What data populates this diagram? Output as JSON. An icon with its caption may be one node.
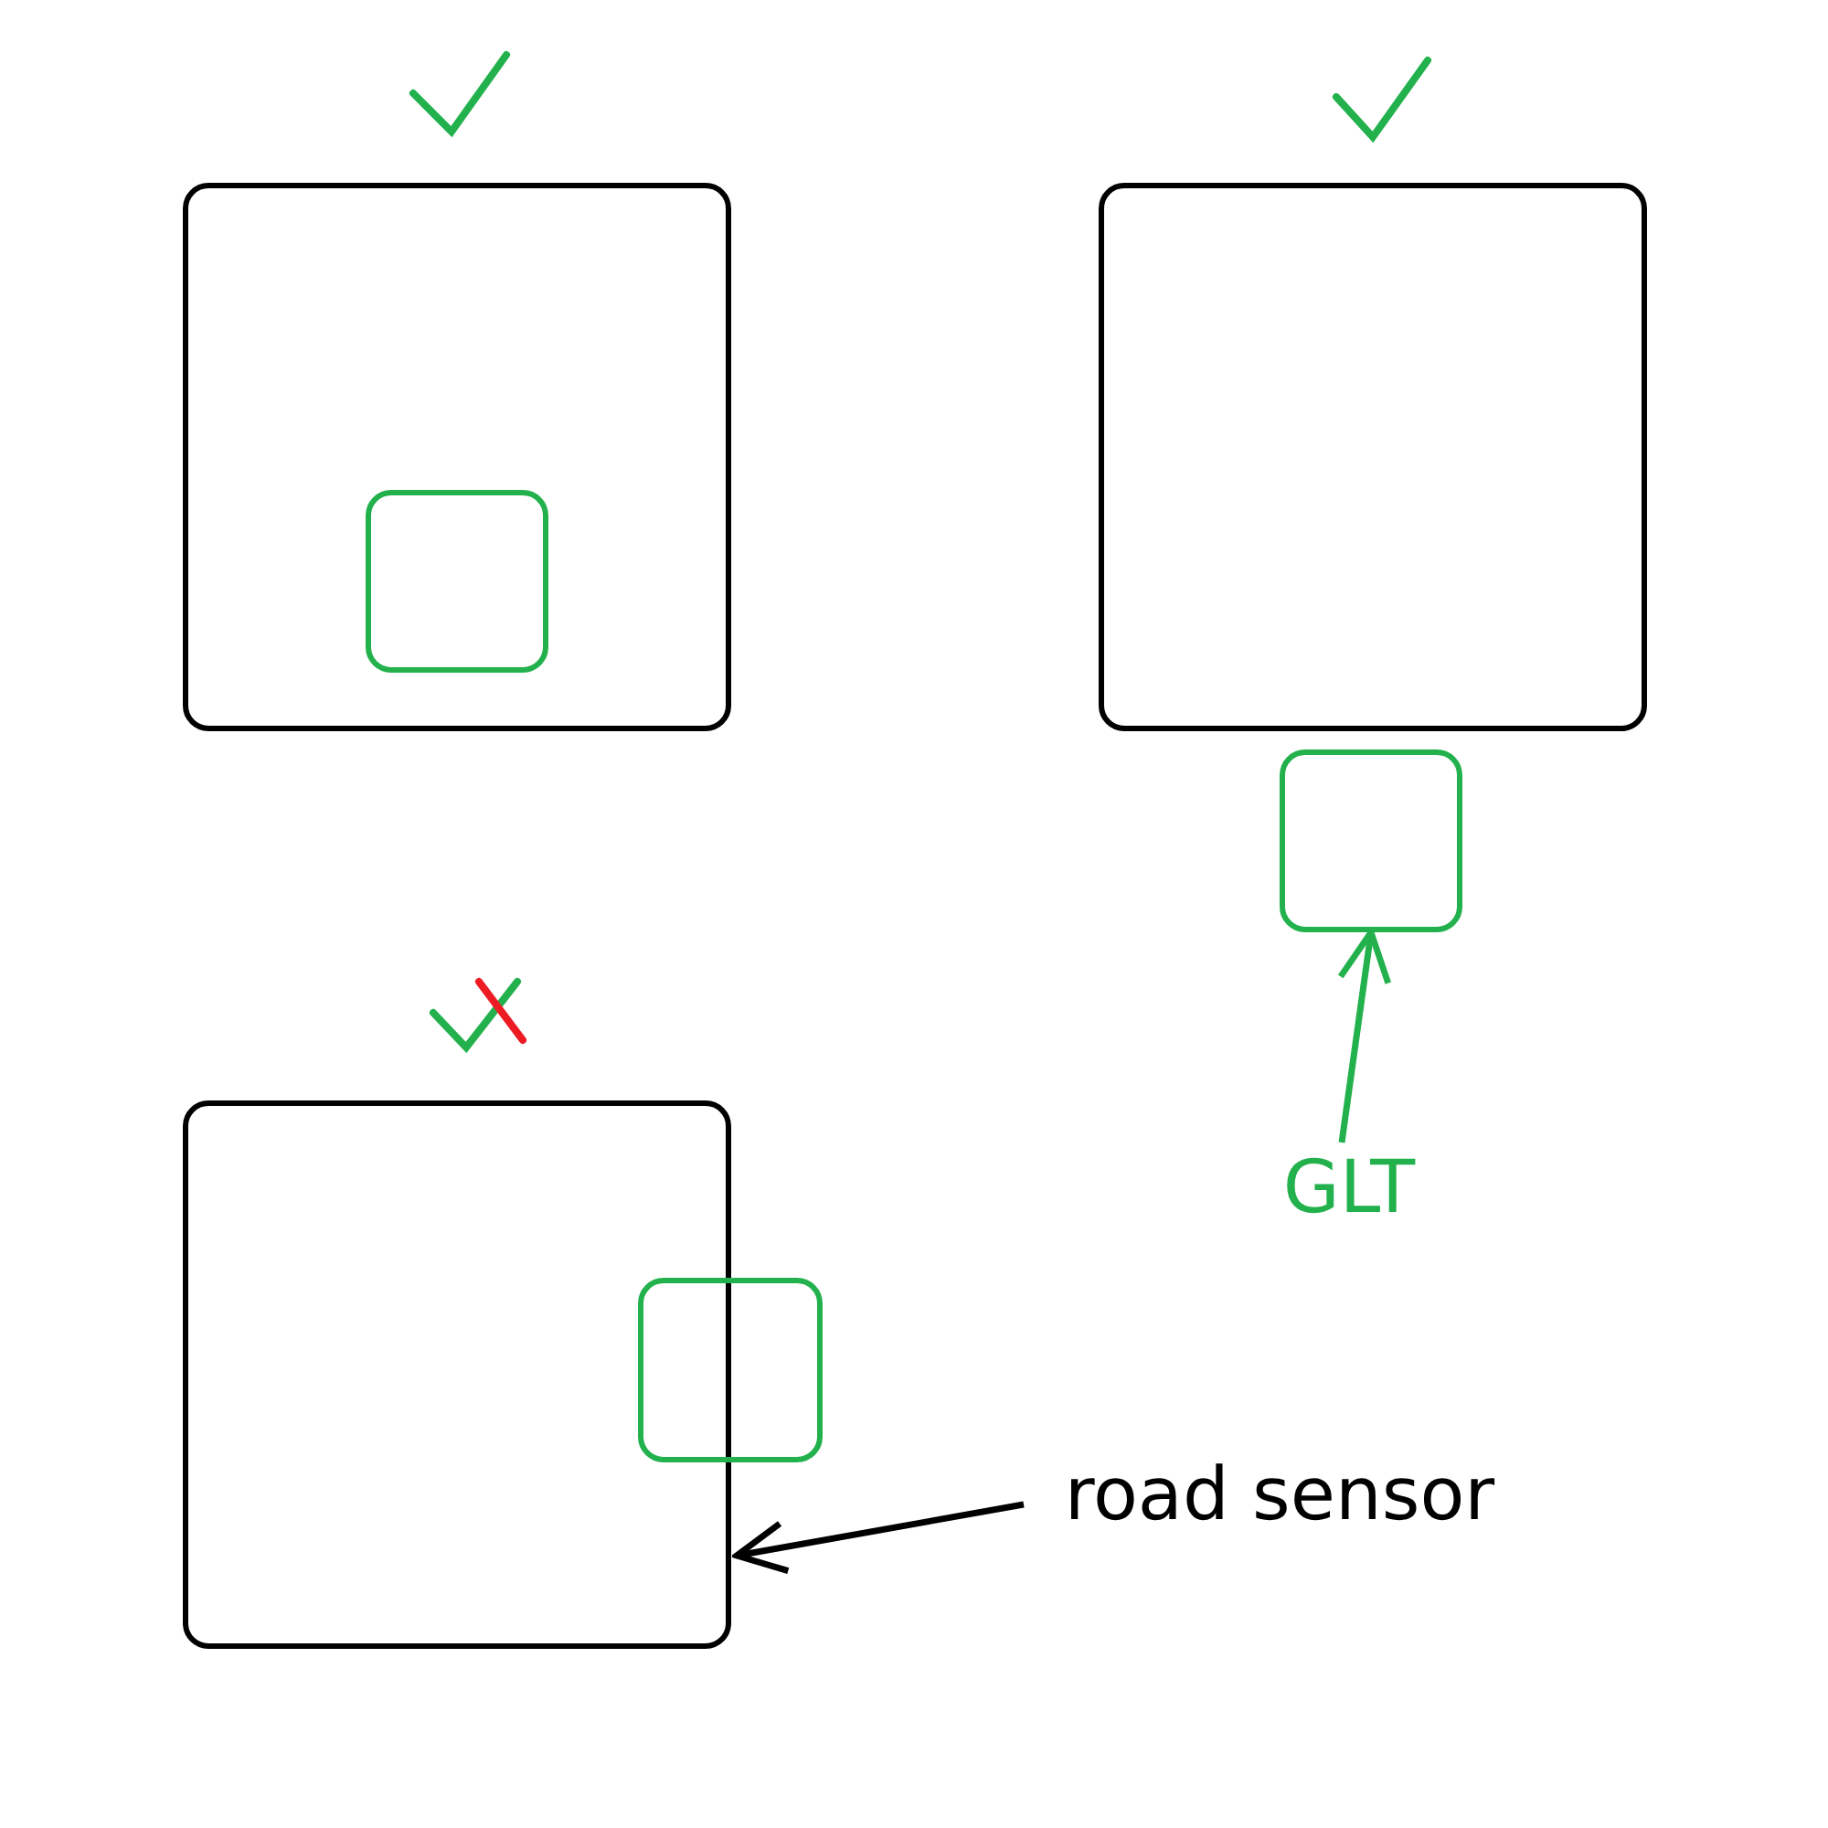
{
  "diagram": {
    "nodes": [
      {
        "text": [],
        "shape": "box"
      },
      {
        "text": [],
        "shape": "box",
        "in": 0
      },
      {
        "text": [],
        "shape": "box"
      },
      {
        "text": [],
        "shape": "box"
      },
      {
        "text": [
          "GLT"
        ]
      },
      {
        "text": [],
        "shape": "box"
      },
      {
        "text": [],
        "shape": "box"
      },
      {
        "text": [
          "road sensor"
        ]
      }
    ],
    "edges": [
      {
        "from": 4,
        "to": 3,
        "arrow": "to",
        "color": "#22b14c"
      },
      {
        "from": 7,
        "to": 5,
        "arrow": "to",
        "color": "#000000"
      }
    ]
  }
}
